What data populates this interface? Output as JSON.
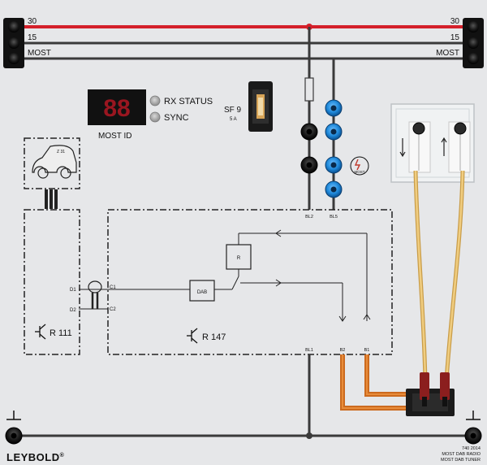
{
  "rails": [
    {
      "label_left": "30",
      "label_right": "30",
      "color": "#d4202a"
    },
    {
      "label_left": "15",
      "label_right": "15",
      "color": "#3a3a3a"
    },
    {
      "label_left": "MOST",
      "label_right": "MOST",
      "color": "#3a3a3a"
    }
  ],
  "display": {
    "digits": "88",
    "caption": "MOST ID"
  },
  "indicators": {
    "rx_status": "RX STATUS",
    "sync": "SYNC"
  },
  "fuse": {
    "name": "SF 9",
    "rating": "5 A"
  },
  "vehicle_label": "Z 31",
  "most_symbol_label": "MOST",
  "pins": {
    "bl2": "BL2",
    "bl5": "BL5",
    "bl1": "BL1",
    "b2": "B2",
    "b1": "B1",
    "d1": "D1",
    "d2": "D2",
    "c1": "C1",
    "c2": "C2"
  },
  "blocks": {
    "r": "R",
    "dab": "DAB"
  },
  "modules": {
    "r111": "R 111",
    "r147": "R 147"
  },
  "brand": "LEYBOLD",
  "brand_mark": "®",
  "footer": {
    "part_no": "740 2014",
    "line1": "MOST DAB RADIO",
    "line2": "MOST DAB TUNER"
  },
  "colors": {
    "rail_30": "#d4202a",
    "wire": "#3a3a3a",
    "socket_blue": "#1e88d9",
    "fiber": "#e3b55b",
    "orange_wire": "#cc6a1e"
  }
}
